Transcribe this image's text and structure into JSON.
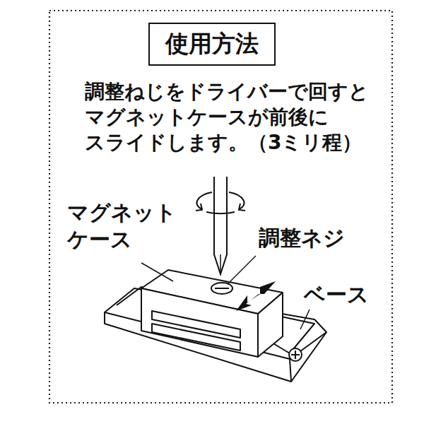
{
  "diagram": {
    "title": "使用方法",
    "labels": [
      "調整ねじをドライバーで回すと マグネットケースが前後に スライドします。（3ミリ程）",
      "マグネット ケース",
      "調整ネジ",
      "ベース"
    ]
  }
}
